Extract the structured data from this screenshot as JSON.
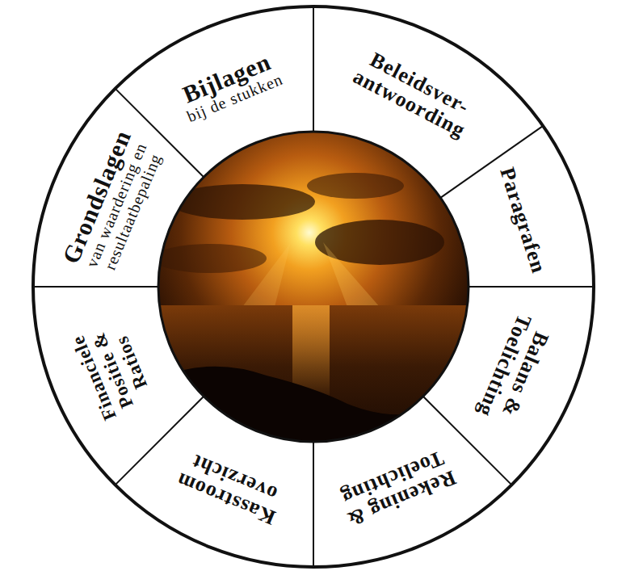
{
  "diagram": {
    "nodes": [
      {
        "text": [
          "Grondslagen",
          "van waardering en resultaatbepaling"
        ]
      },
      {
        "text": [
          "Bijlagen",
          "bij de stukken"
        ]
      },
      {
        "text": [
          "Beleidsver- antwoording"
        ]
      },
      {
        "text": [
          "Paragrafen"
        ]
      },
      {
        "text": [
          "Balans & Toelichting"
        ]
      },
      {
        "text": [
          "Rekening & Toelichting"
        ]
      },
      {
        "text": [
          "Kasstroom overzicht"
        ]
      },
      {
        "text": [
          "Financiele Positie & Ratios"
        ]
      }
    ]
  }
}
